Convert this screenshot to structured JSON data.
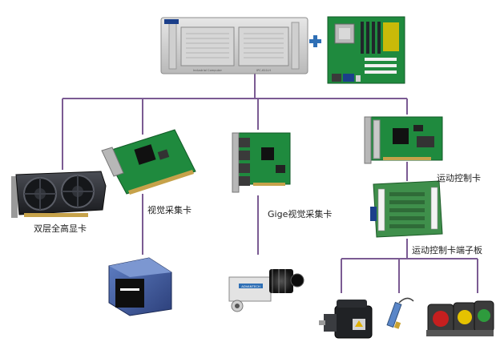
{
  "labels": {
    "gpu_card": "双层全高显卡",
    "vision_card": "视觉采集卡",
    "gige_card": "Gige视觉采集卡",
    "motion_card": "运动控制卡",
    "terminal_board": "运动控制卡端子板"
  },
  "chassis": {
    "left_panel_text": "Industrial Computer",
    "right_panel_text": "IPC-610-H"
  },
  "camera": {
    "brand": "ADVANTECH"
  },
  "colors": {
    "line": "#7b5b93",
    "plus": "#2f6fb5",
    "pcb_green": "#1f8a3e"
  }
}
